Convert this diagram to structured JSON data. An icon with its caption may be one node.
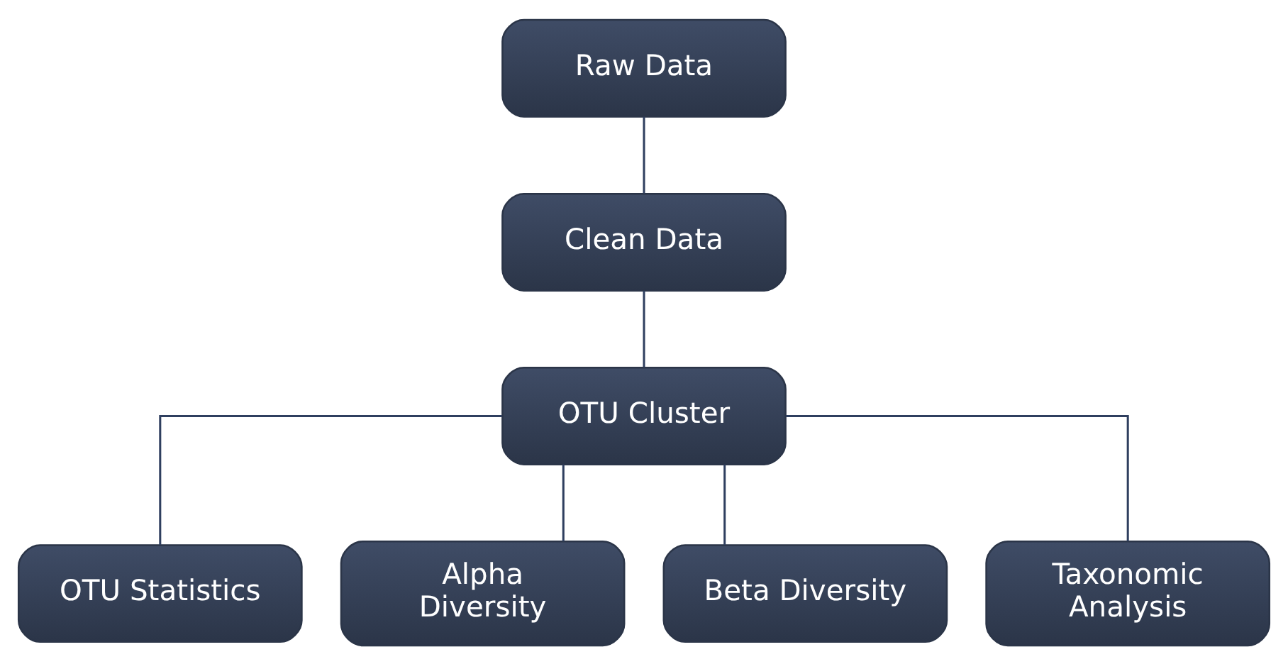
{
  "diagram": {
    "nodes": [
      {
        "text": [
          "Raw Data"
        ]
      },
      {
        "text": [
          "Clean Data"
        ]
      },
      {
        "text": [
          "OTU Cluster"
        ]
      },
      {
        "text": [
          "OTU Statistics"
        ]
      },
      {
        "text": [
          "Alpha Diversity"
        ]
      },
      {
        "text": [
          "Beta Diversity"
        ]
      },
      {
        "text": [
          "Taxonomic Analysis"
        ]
      }
    ],
    "edges": [
      {
        "from": 0,
        "to": 1,
        "arrow": "none"
      },
      {
        "from": 1,
        "to": 2,
        "arrow": "none"
      },
      {
        "from": 2,
        "to": 3,
        "arrow": "none"
      },
      {
        "from": 2,
        "to": 4,
        "arrow": "none"
      },
      {
        "from": 2,
        "to": 5,
        "arrow": "none"
      },
      {
        "from": 2,
        "to": 6,
        "arrow": "none"
      }
    ]
  }
}
